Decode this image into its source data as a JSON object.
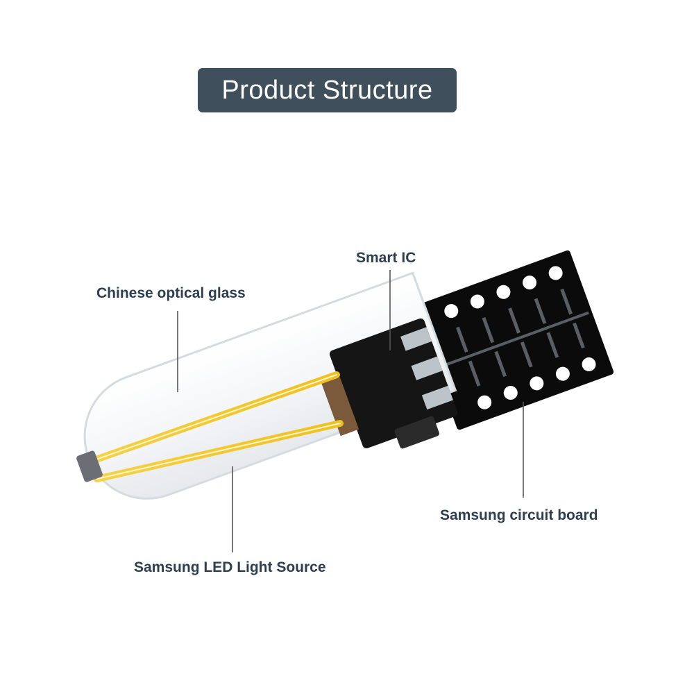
{
  "title": "Product Structure",
  "callouts": {
    "glass": "Chinese optical glass",
    "ic": "Smart IC",
    "board": "Samsung circuit board",
    "led": "Samsung LED Light Source"
  },
  "colors": {
    "title_bg": "#3f4f5c",
    "label_text": "#2d3e50",
    "pcb": "#0d0d0d",
    "filament": "#f2c62c",
    "glass_edge": "#d9dde2"
  }
}
